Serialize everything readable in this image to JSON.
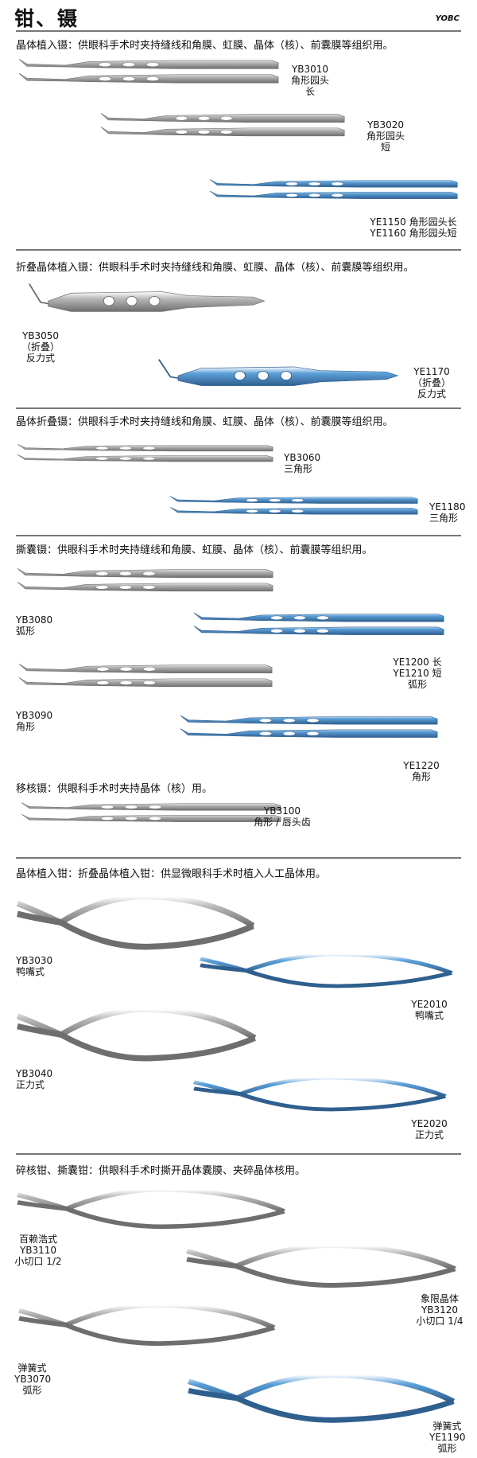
{
  "header": {
    "title": "钳、镊",
    "brand": "YOBC"
  },
  "sections": [
    {
      "text": "晶体植入镊：供眼科手术时夹持缝线和角膜、虹膜、晶体（核）、前囊膜等组织用。"
    },
    {
      "text": "折叠晶体植入镊：供眼科手术时夹持缝线和角膜、虹膜、晶体（核）、前囊膜等组织用。"
    },
    {
      "text": "晶体折叠镊：供眼科手术时夹持缝线和角膜、虹膜、晶体（核）、前囊膜等组织用。"
    },
    {
      "text": "撕囊镊：供眼科手术时夹持缝线和角膜、虹膜、晶体（核）、前囊膜等组织用。"
    },
    {
      "text": "移核镊：供眼科手术时夹持晶体（核）用。"
    },
    {
      "text": "晶体植入钳：折叠晶体植入钳：供显微眼科手术时植入人工晶体用。"
    },
    {
      "text": "碎核钳、撕囊钳：供眼科手术时撕开晶体囊膜、夹碎晶体核用。"
    }
  ],
  "items": [
    {
      "lines": [
        "YB3010",
        "角形园头",
        "长"
      ]
    },
    {
      "lines": [
        "YB3020",
        "角形园头",
        "短"
      ]
    },
    {
      "lines": [
        "YE1150  角形园头长",
        "YE1160  角形园头短"
      ]
    },
    {
      "lines": [
        "YB3050",
        "（折叠）",
        "反力式"
      ]
    },
    {
      "lines": [
        "YE1170",
        "（折叠）",
        "反力式"
      ]
    },
    {
      "lines": [
        "YB3060",
        "三角形"
      ]
    },
    {
      "lines": [
        "YE1180",
        "三角形"
      ]
    },
    {
      "lines": [
        "YB3080",
        "弧形"
      ]
    },
    {
      "lines": [
        "YE1200  长",
        "YE1210  短",
        "弧形"
      ]
    },
    {
      "lines": [
        "YB3090",
        "角形"
      ]
    },
    {
      "lines": [
        "YE1220",
        "角形"
      ]
    },
    {
      "lines": [
        "YB3100",
        "角形 / 唇头齿"
      ]
    },
    {
      "lines": [
        "YB3030",
        "鸭嘴式"
      ]
    },
    {
      "lines": [
        "YE2010",
        "鸭嘴式"
      ]
    },
    {
      "lines": [
        "YB3040",
        "正力式"
      ]
    },
    {
      "lines": [
        "YE2020",
        "正力式"
      ]
    },
    {
      "lines": [
        "百赖浩式",
        "YB3110",
        "小切口 1/2"
      ]
    },
    {
      "lines": [
        "象限晶体",
        "YB3120",
        "小切口 1/4"
      ]
    },
    {
      "lines": [
        "弹簧式",
        "YB3070",
        "弧形"
      ]
    },
    {
      "lines": [
        "弹簧式",
        "YE1190",
        "弧形"
      ]
    }
  ],
  "colors": {
    "steel": "#b8b8b8",
    "steel_dark": "#6e6e6e",
    "titanium": "#5b9fd8",
    "titanium_dark": "#2f5f8f",
    "rule": "#777777"
  }
}
